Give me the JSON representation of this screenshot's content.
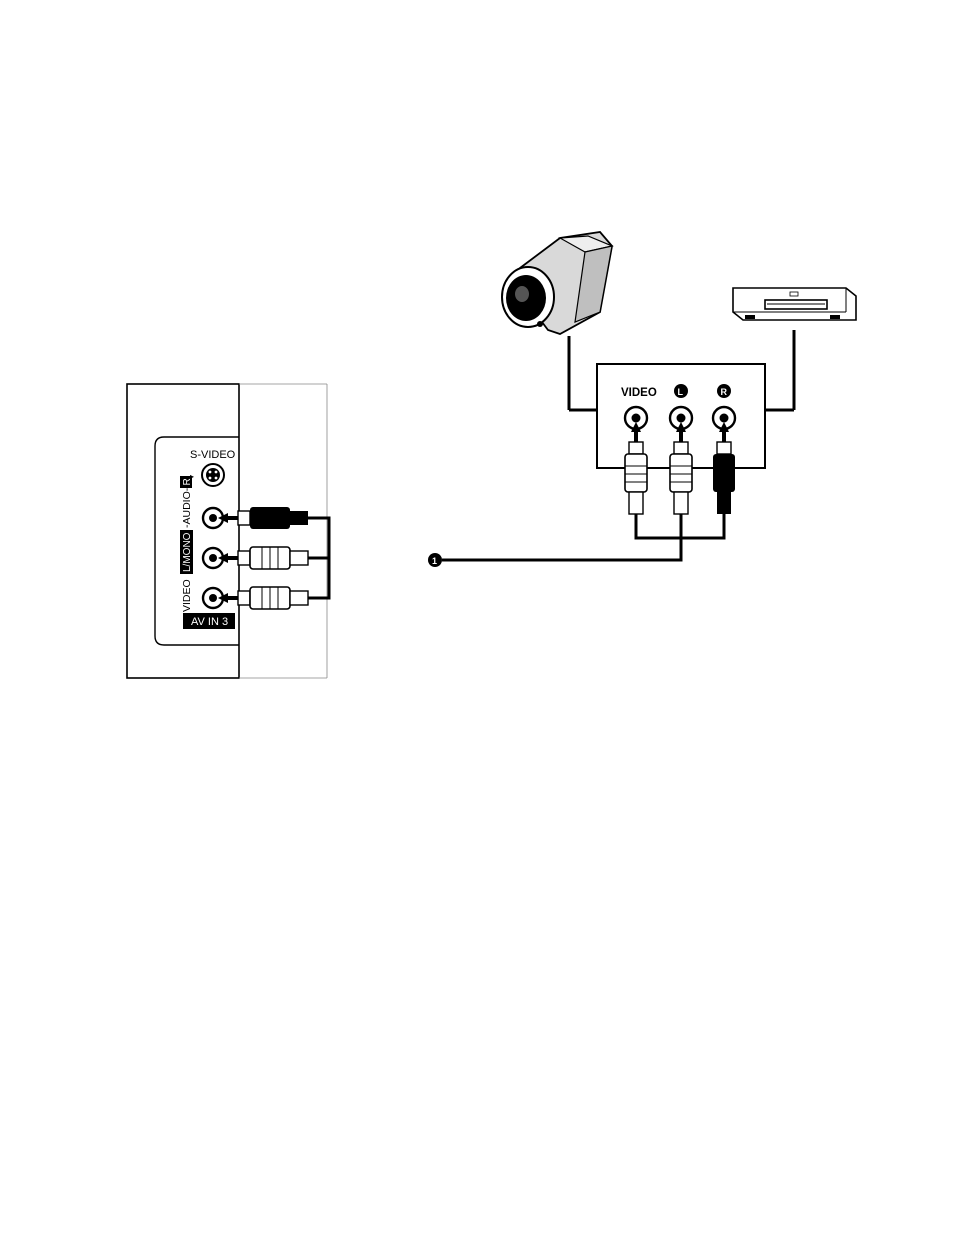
{
  "left_panel": {
    "svideo_label": "S-VIDEO",
    "arrow_glyph": "▸",
    "audio_r_label": "VIDEO",
    "mono_label": "L/MONO",
    "audio_label": "-AUDIO-",
    "r_badge": "R",
    "video_label": "VIDEO",
    "av_in_label": "AV IN 3"
  },
  "right_panel": {
    "video_label": "VIDEO",
    "l_badge": "L",
    "r_badge": "R",
    "callout_number": "1",
    "devices": [
      "camcorder-icon",
      "vcr-icon"
    ]
  },
  "colors": {
    "ink": "#000000",
    "paper": "#ffffff",
    "shade": "#d9d9d9"
  }
}
